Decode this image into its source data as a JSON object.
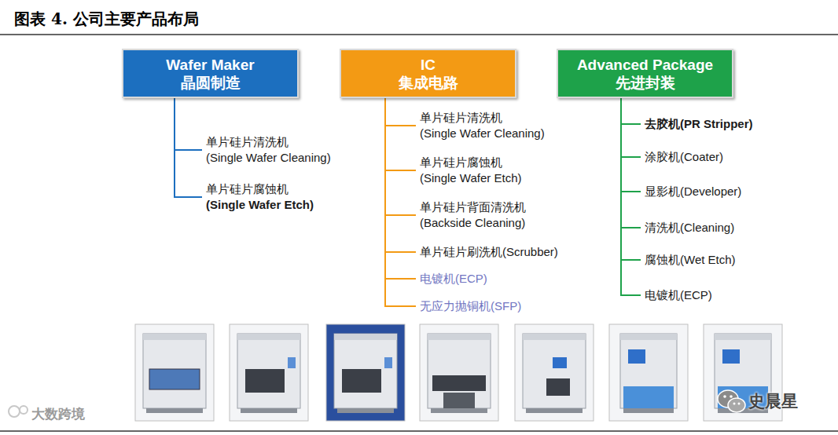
{
  "diagram": {
    "title": "图表 4. 公司主要产品布局",
    "nodes": [
      {
        "text": [
          "Wafer Maker",
          "晶圆制造"
        ]
      },
      {
        "text": [
          "单片硅片清洗机",
          "(Single Wafer Cleaning)"
        ]
      },
      {
        "text": [
          "单片硅片腐蚀机",
          "(Single Wafer Etch)"
        ]
      },
      {
        "text": [
          "IC",
          "集成电路"
        ]
      },
      {
        "text": [
          "单片硅片清洗机",
          "(Single Wafer Cleaning)"
        ]
      },
      {
        "text": [
          "单片硅片腐蚀机",
          "(Single Wafer Etch)"
        ]
      },
      {
        "text": [
          "单片硅片背面清洗机",
          "(Backside Cleaning)"
        ]
      },
      {
        "text": [
          "单片硅片刷洗机(Scrubber)"
        ]
      },
      {
        "text": [
          "电镀机(ECP)"
        ]
      },
      {
        "text": [
          "无应力抛铜机(SFP)"
        ]
      },
      {
        "text": [
          "Advanced Package",
          "先进封装"
        ]
      },
      {
        "text": [
          "去胶机(PR Stripper)"
        ]
      },
      {
        "text": [
          "涂胶机(Coater)"
        ]
      },
      {
        "text": [
          "显影机(Developer)"
        ]
      },
      {
        "text": [
          "清洗机(Cleaning)"
        ]
      },
      {
        "text": [
          "腐蚀机(Wet Etch)"
        ]
      },
      {
        "text": [
          "电镀机(ECP)"
        ]
      }
    ],
    "edges": [
      {
        "from": 0,
        "to": 1,
        "arrow": "none"
      },
      {
        "from": 0,
        "to": 2,
        "arrow": "none"
      },
      {
        "from": 3,
        "to": 4,
        "arrow": "none"
      },
      {
        "from": 3,
        "to": 5,
        "arrow": "none"
      },
      {
        "from": 3,
        "to": 6,
        "arrow": "none"
      },
      {
        "from": 3,
        "to": 7,
        "arrow": "none"
      },
      {
        "from": 3,
        "to": 8,
        "arrow": "none"
      },
      {
        "from": 3,
        "to": 9,
        "arrow": "none"
      },
      {
        "from": 10,
        "to": 11,
        "arrow": "none"
      },
      {
        "from": 10,
        "to": 12,
        "arrow": "none"
      },
      {
        "from": 10,
        "to": 13,
        "arrow": "none"
      },
      {
        "from": 10,
        "to": 14,
        "arrow": "none"
      },
      {
        "from": 10,
        "to": 15,
        "arrow": "none"
      },
      {
        "from": 10,
        "to": 16,
        "arrow": "none"
      }
    ],
    "labels": [
      "大数跨境",
      "史晨星"
    ]
  }
}
